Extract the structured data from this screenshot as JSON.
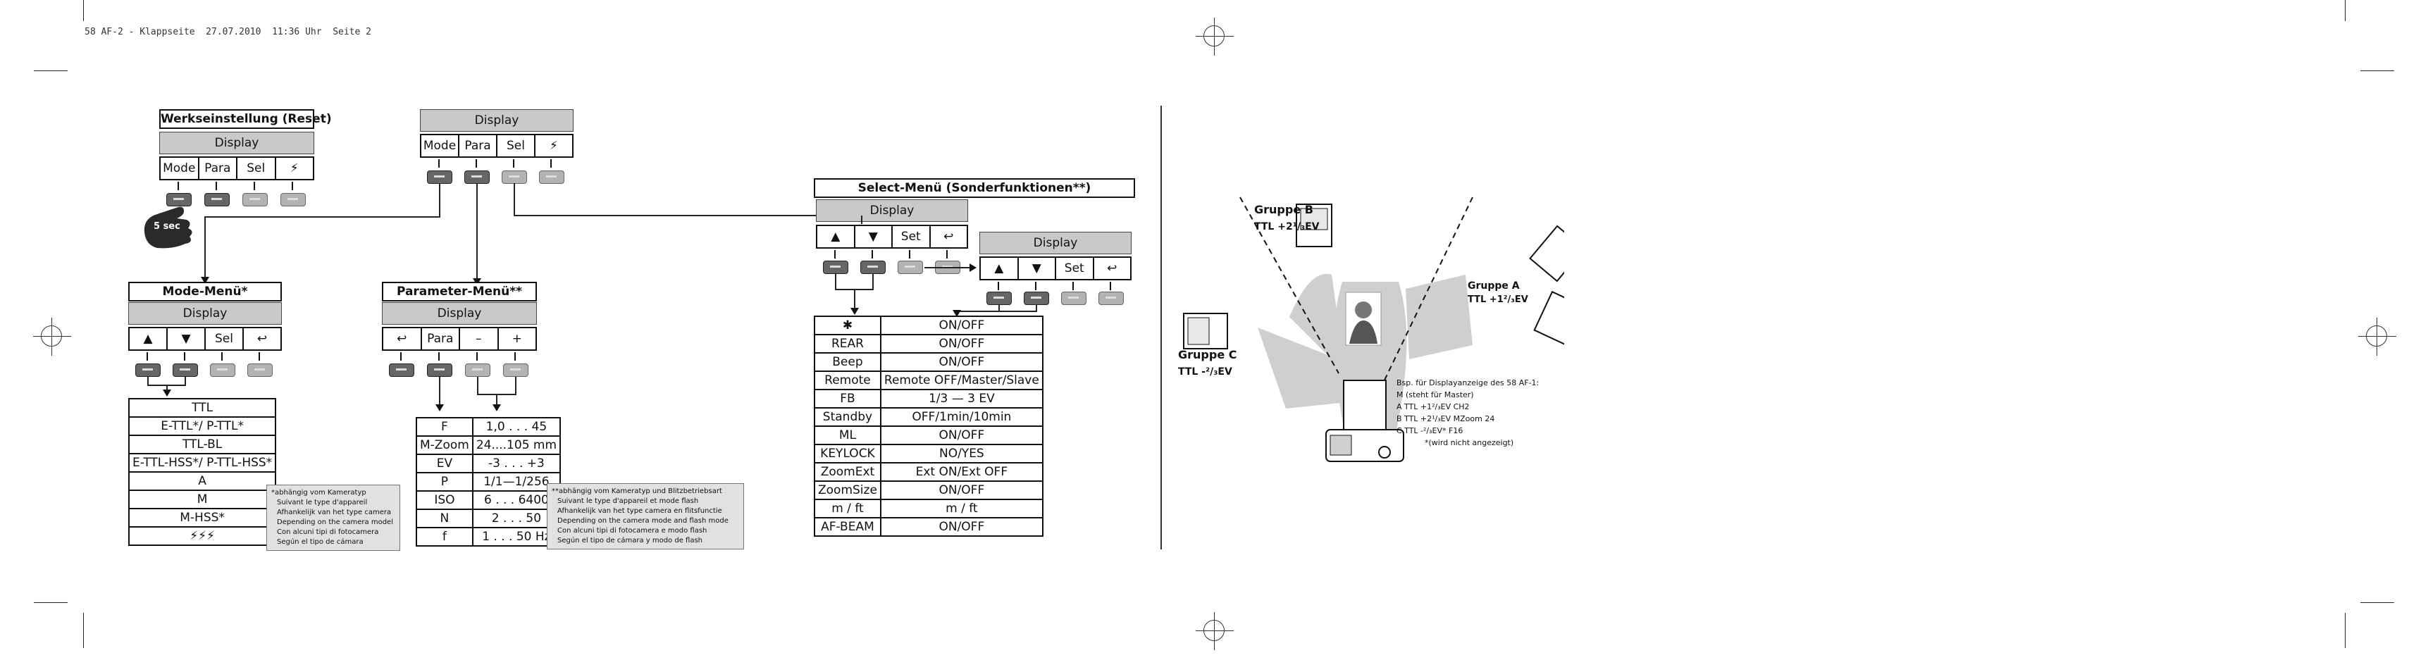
{
  "header": "58 AF-2 - Klappseite  27.07.2010  11:36 Uhr  Seite 2",
  "reset_section": {
    "title": "Werkseinstellung (Reset)",
    "display": "Display",
    "buttons": [
      "Mode",
      "Para",
      "Sel",
      "⚡"
    ],
    "hand_label": "5 sec"
  },
  "top_section": {
    "display": "Display",
    "buttons": [
      "Mode",
      "Para",
      "Sel",
      "⚡"
    ]
  },
  "mode_menu": {
    "title": "Mode-Menü*",
    "display": "Display",
    "buttons": [
      "▲",
      "▼",
      "Sel",
      "↩"
    ],
    "items": [
      "TTL",
      "E-TTL*/ P-TTL*",
      "TTL-BL",
      "E-TTL-HSS*/ P-TTL-HSS*",
      "A",
      "M",
      "M-HSS*",
      "⚡⚡⚡"
    ],
    "note": [
      "*abhängig vom Kameratyp",
      "Suivant le type d'appareil",
      "Afhankelijk van het type camera",
      "Depending on the camera model",
      "Con alcuni tipi di fotocamera",
      "Según el tipo de cámara"
    ]
  },
  "parameter_menu": {
    "title": "Parameter-Menü**",
    "display": "Display",
    "buttons": [
      "↩",
      "Para",
      "–",
      "+"
    ],
    "rows": [
      [
        "F",
        "1,0 . . . 45"
      ],
      [
        "M-Zoom",
        "24....105 mm"
      ],
      [
        "EV",
        "-3 . . . +3"
      ],
      [
        "P",
        "1/1—1/256"
      ],
      [
        "ISO",
        "6 . . . 6400"
      ],
      [
        "N",
        "2 . . . 50"
      ],
      [
        "f",
        "1 . . . 50 Hz"
      ]
    ],
    "note": [
      "**abhängig vom Kameratyp und Blitzbetriebsart",
      "Suivant le type d'appareil et mode flash",
      "Afhankelijk van het type camera en flitsfunctie",
      "Depending on the camera mode and flash mode",
      "Con alcuni tipi di fotocamera e modo flash",
      "Según el tipo de cámara y modo de flash"
    ]
  },
  "select_menu": {
    "title": "Select-Menü (Sonderfunktionen**)",
    "display": "Display",
    "buttons": [
      "▲",
      "▼",
      "Set",
      "↩"
    ],
    "display2": "Display",
    "buttons2": [
      "▲",
      "▼",
      "Set",
      "↩"
    ],
    "rows": [
      [
        "✱",
        "ON/OFF"
      ],
      [
        "REAR",
        "ON/OFF"
      ],
      [
        "Beep",
        "ON/OFF"
      ],
      [
        "Remote",
        "Remote OFF/Master/Slave"
      ],
      [
        "FB",
        "1/3  — 3 EV"
      ],
      [
        "Standby",
        "OFF/1min/10min"
      ],
      [
        "ML",
        "ON/OFF"
      ],
      [
        "KEYLOCK",
        "NO/YES"
      ],
      [
        "ZoomExt",
        "Ext ON/Ext OFF"
      ],
      [
        "ZoomSize",
        "ON/OFF"
      ],
      [
        "m / ft",
        "m / ft"
      ],
      [
        "AF-BEAM",
        "ON/OFF"
      ]
    ]
  },
  "groups": {
    "b": {
      "name": "Gruppe B",
      "ttl": "TTL +2¹/₃EV"
    },
    "a": {
      "name": "Gruppe A",
      "ttl": "TTL +1²/₃EV"
    },
    "c": {
      "name": "Gruppe C",
      "ttl": "TTL -²/₃EV"
    }
  },
  "example": {
    "lines": [
      "Bsp. für Displayanzeige des 58 AF-1:",
      "M (steht für Master)",
      "A  TTL +1²/₃EV       CH2",
      "B  TTL +2¹/₃EV       MZoom  24",
      "C  TTL -²/₃EV*         F16",
      "*(wird nicht angezeigt)"
    ]
  },
  "colors": {
    "display_bg": "#c9c9c9",
    "note_bg": "#e1e1e1",
    "cone": "#cfcfcf"
  }
}
